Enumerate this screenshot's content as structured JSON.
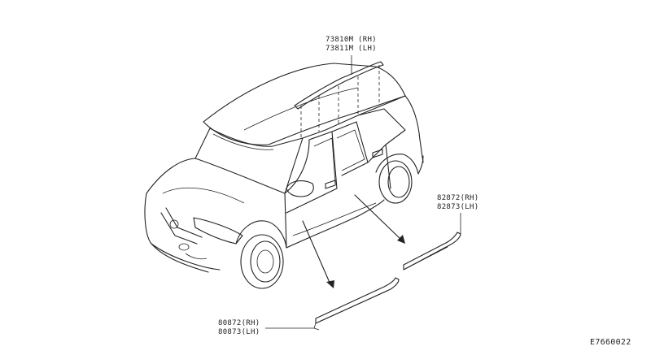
{
  "parts": {
    "roof_rail": {
      "rh": "73810M (RH)",
      "lh": "73811M (LH)"
    },
    "rear_door_molding": {
      "rh": "82872(RH)",
      "lh": "82873(LH)"
    },
    "front_door_molding": {
      "rh": "80872(RH)",
      "lh": "80873(LH)"
    }
  },
  "diagram_code": "E7660022"
}
